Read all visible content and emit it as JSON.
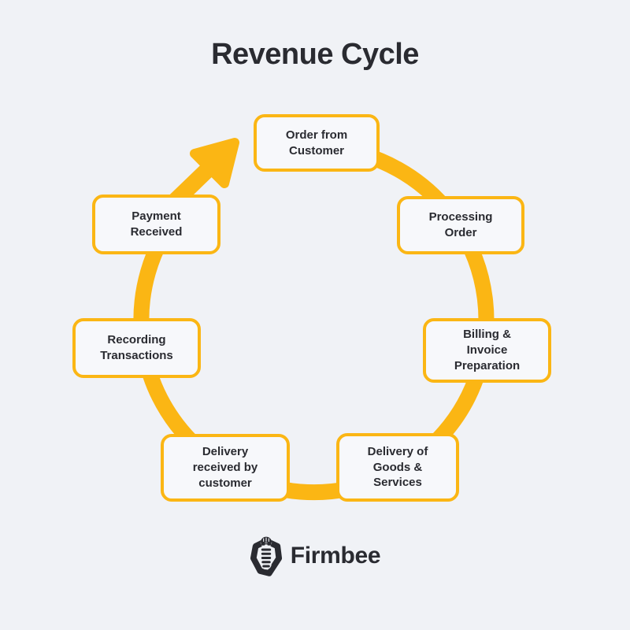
{
  "title": "Revenue Cycle",
  "colors": {
    "accent": "#FBB614",
    "background": "#F0F2F6",
    "box_fill": "#F7F8FB",
    "text": "#2A2B31"
  },
  "diagram": {
    "type": "cycle",
    "direction": "clockwise",
    "steps": [
      {
        "label": "Order from\nCustomer"
      },
      {
        "label": "Processing\nOrder"
      },
      {
        "label": "Billing &\nInvoice\nPreparation"
      },
      {
        "label": "Delivery of\nGoods &\nServices"
      },
      {
        "label": "Delivery\nreceived by\ncustomer"
      },
      {
        "label": "Recording\nTransactions"
      },
      {
        "label": "Payment\nReceived"
      }
    ]
  },
  "footer": {
    "brand": "Firmbee"
  }
}
